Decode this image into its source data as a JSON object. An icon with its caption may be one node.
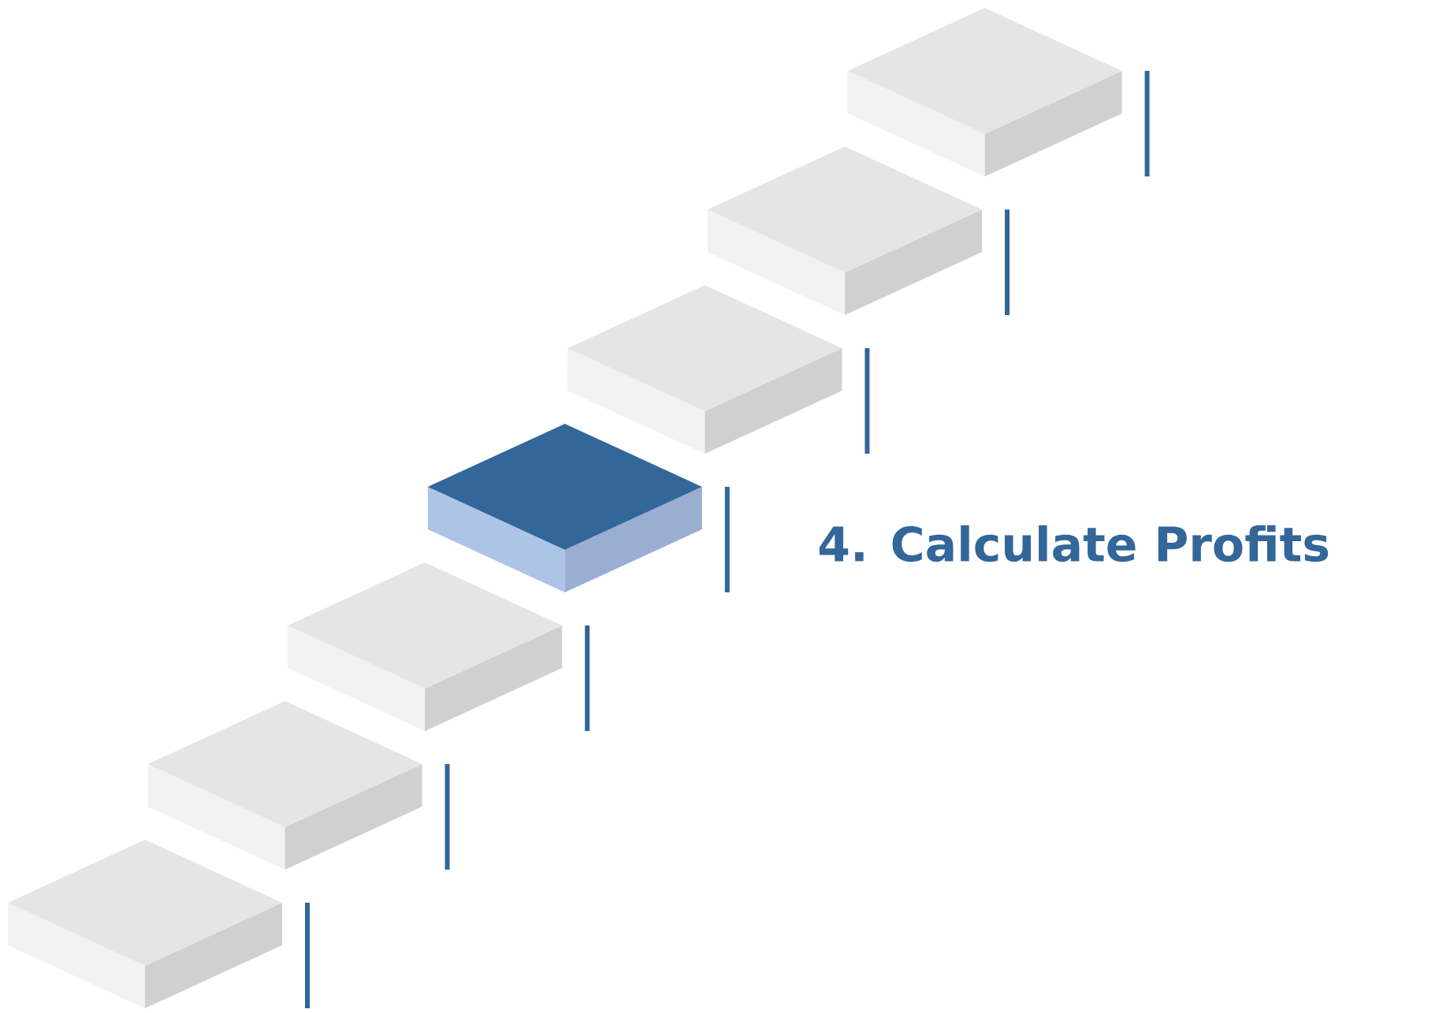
{
  "diagram": {
    "nodes": [
      {
        "text": [],
        "shape": "box"
      },
      {
        "text": [],
        "shape": "box"
      },
      {
        "text": [],
        "shape": "box"
      },
      {
        "text": [],
        "shape": "box",
        "beside": [
          "4. Calculate Profits"
        ]
      },
      {
        "text": [],
        "shape": "box"
      },
      {
        "text": [],
        "shape": "box"
      },
      {
        "text": [],
        "shape": "box"
      }
    ]
  }
}
